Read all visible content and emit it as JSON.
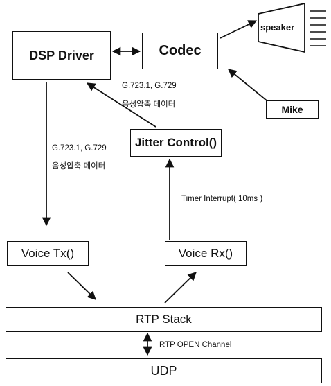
{
  "diagram": {
    "nodes": {
      "dsp_driver": "DSP Driver",
      "codec": "Codec",
      "speaker": "speaker",
      "mike": "Mike",
      "jitter_control": "Jitter Control()",
      "voice_tx": "Voice Tx()",
      "voice_rx": "Voice Rx()",
      "rtp_stack": "RTP Stack",
      "udp": "UDP"
    },
    "edge_labels": {
      "jitter_to_dsp_line1": "G.723.1, G.729",
      "jitter_to_dsp_line2": "음성압축 데이터",
      "dsp_to_voicetx_line1": "G.723.1, G.729",
      "dsp_to_voicetx_line2": "음성압축 데이터",
      "timer_interrupt": "Timer Interrupt( 10ms )",
      "rtp_open_channel": "RTP OPEN Channel"
    }
  }
}
